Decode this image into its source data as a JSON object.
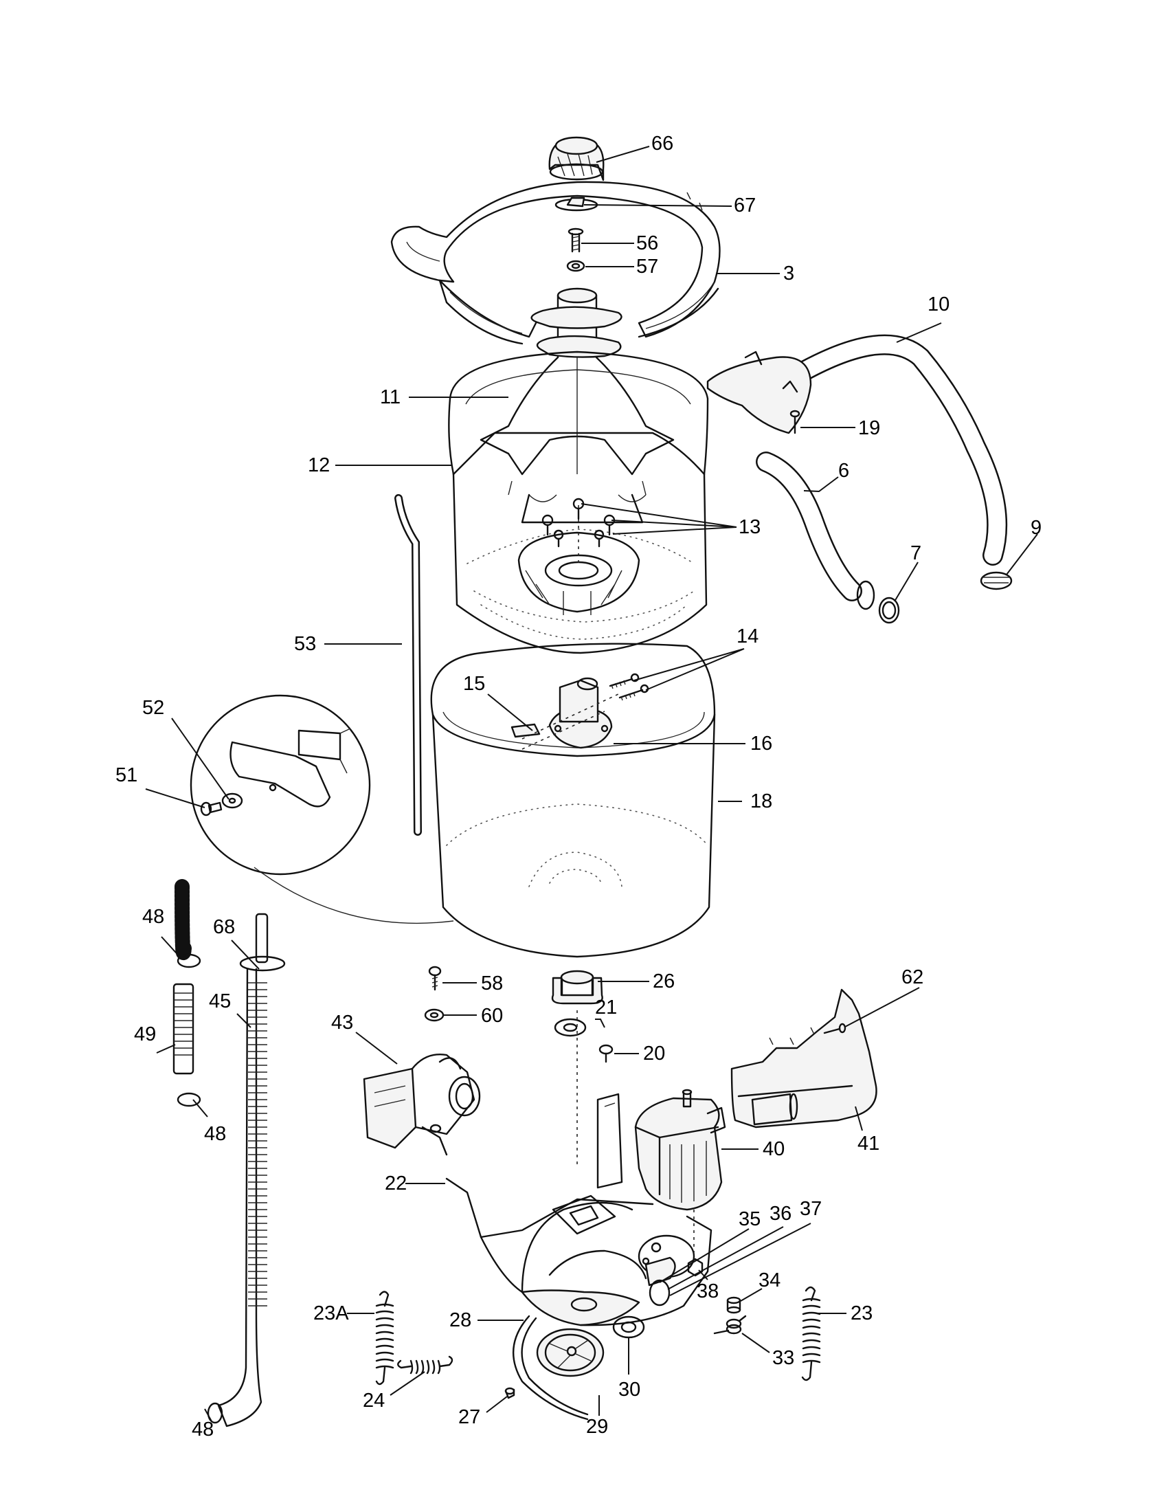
{
  "labels": {
    "c66": "66",
    "c67": "67",
    "c56": "56",
    "c57": "57",
    "c3": "3",
    "c10": "10",
    "c11": "11",
    "c19": "19",
    "c12": "12",
    "c6": "6",
    "c13": "13",
    "c9": "9",
    "c7": "7",
    "c53": "53",
    "c14": "14",
    "c15": "15",
    "c16": "16",
    "c52": "52",
    "c51": "51",
    "c18": "18",
    "c48a": "48",
    "c68": "68",
    "c45": "45",
    "c49": "49",
    "c48b": "48",
    "c48c": "48",
    "c58": "58",
    "c26": "26",
    "c62": "62",
    "c43": "43",
    "c60": "60",
    "c21": "21",
    "c20": "20",
    "c40": "40",
    "c41": "41",
    "c22": "22",
    "c35": "35",
    "c36": "36",
    "c37": "37",
    "c34": "34",
    "c23A": "23A",
    "c38": "38",
    "c23": "23",
    "c28": "28",
    "c33": "33",
    "c30": "30",
    "c24": "24",
    "c27": "27",
    "c29": "29"
  }
}
